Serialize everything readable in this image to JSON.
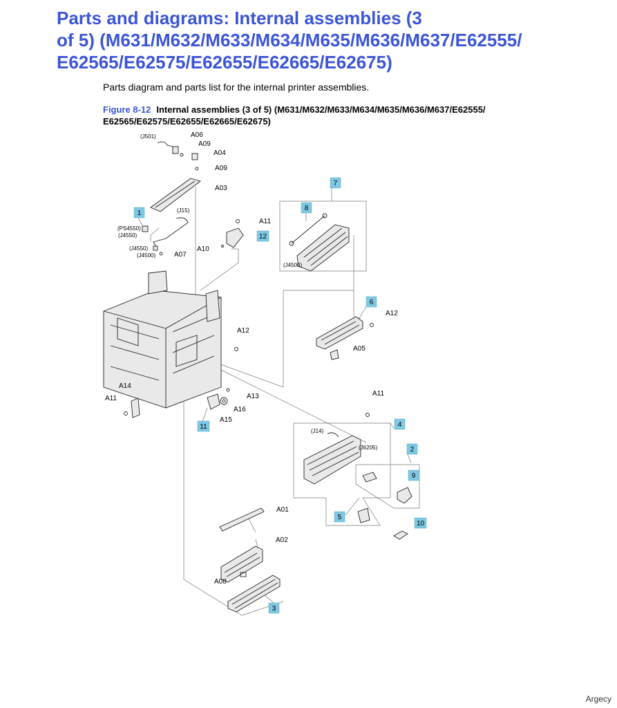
{
  "header": {
    "title_lines": [
      "Parts and diagrams: Internal assemblies (3",
      "of 5) (M631/M632/M633/M634/M635/M636/M637/E62555/",
      "E62565/E62575/E62655/E62665/E62675)"
    ]
  },
  "intro": "Parts diagram and parts list for the internal printer assemblies.",
  "figure": {
    "number": "Figure 8-12",
    "caption_lines": [
      "Internal assemblies (3 of 5) (M631/M632/M633/M634/M635/M636/M637/E62555/",
      "E62565/E62575/E62655/E62665/E62675)"
    ]
  },
  "callouts": {
    "c1": "1",
    "c2": "2",
    "c3": "3",
    "c4": "4",
    "c5": "5",
    "c6": "6",
    "c7": "7",
    "c8": "8",
    "c9": "9",
    "c10": "10",
    "c11": "11",
    "c12": "12"
  },
  "labels": {
    "a01": "A01",
    "a02": "A02",
    "a03": "A03",
    "a04": "A04",
    "a05": "A05",
    "a06": "A06",
    "a07": "A07",
    "a08": "A08",
    "a09_1": "A09",
    "a09_2": "A09",
    "a10": "A10",
    "a11_1": "A11",
    "a11_2": "A11",
    "a11_3": "A11",
    "a12_1": "A12",
    "a12_2": "A12",
    "a13": "A13",
    "a14": "A14",
    "a15": "A15",
    "a16": "A16"
  },
  "connectors": {
    "j501": "(J501)",
    "j15": "(J15)",
    "ps4550": "(PS4550)",
    "j4550_1": "(J4550)",
    "j4550_2": "(J4550)",
    "j4500_1": "(J4500)",
    "j4500_2": "(J4500)",
    "j14": "(J14)",
    "j6205": "(J6205)"
  },
  "footer": "Argecy"
}
